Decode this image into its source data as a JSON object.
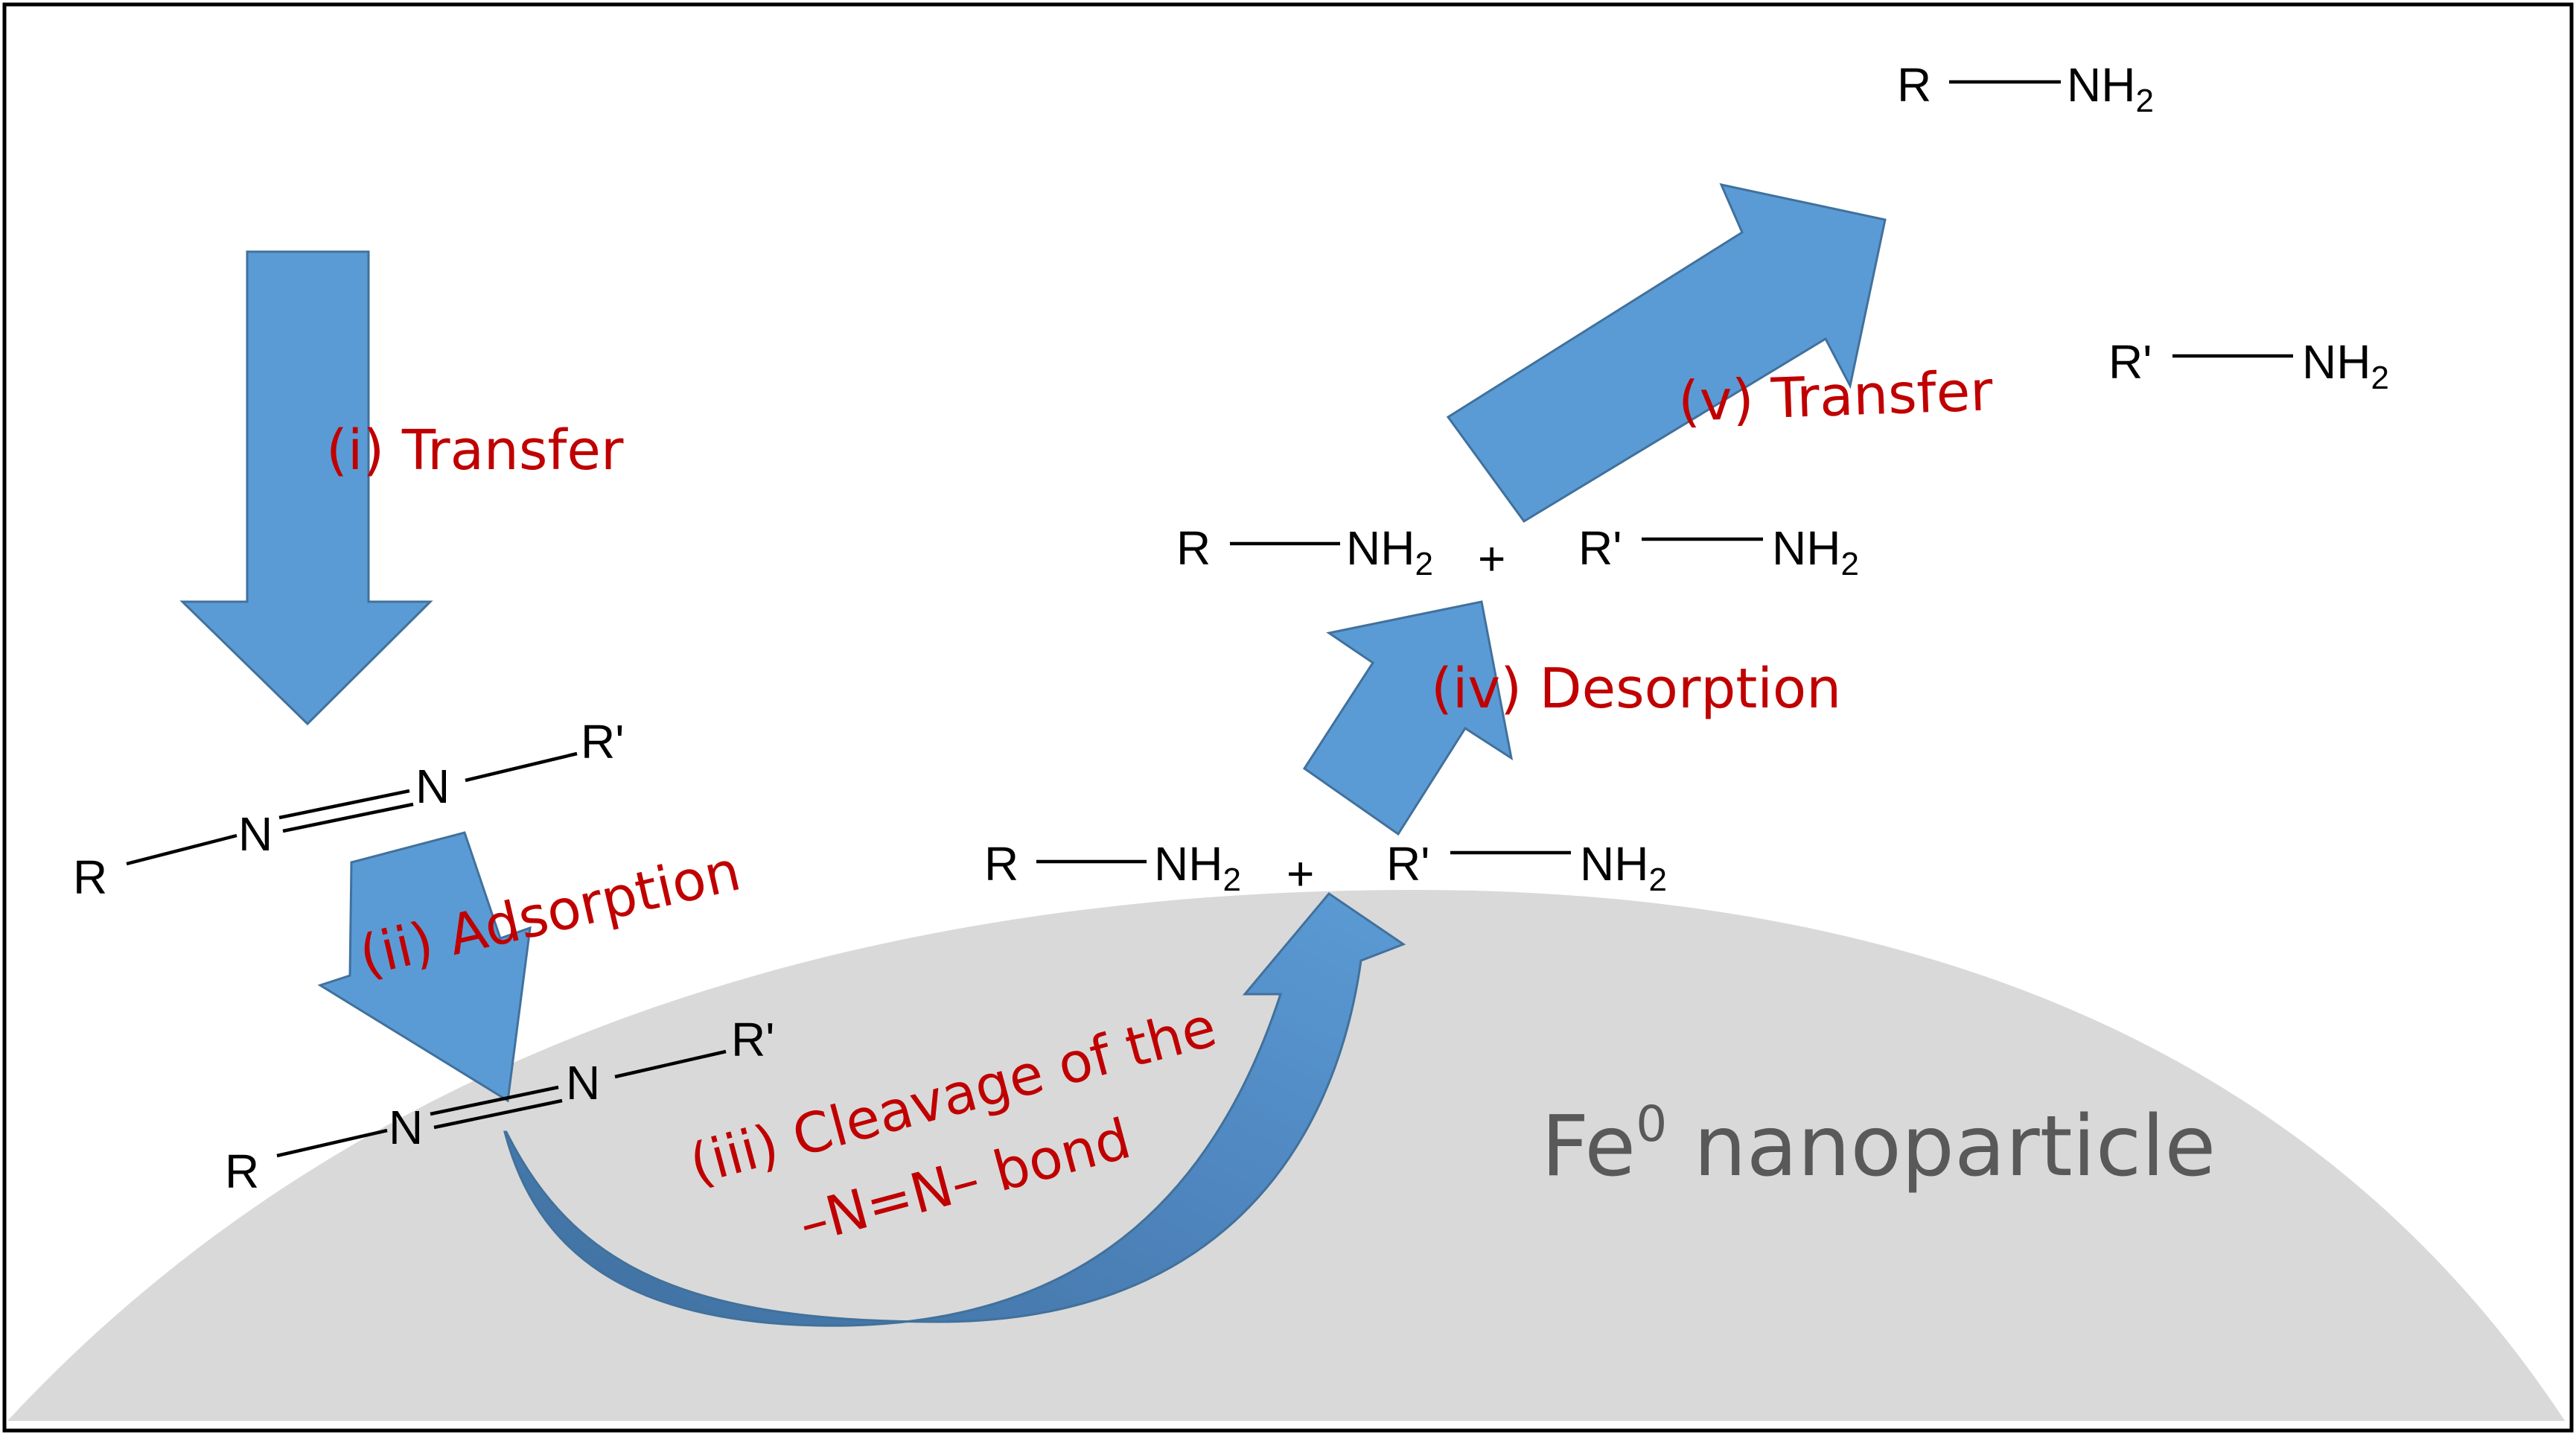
{
  "steps": {
    "transfer_1": "(i) Transfer",
    "adsorption": "(ii) Adsorption",
    "cleavage_line1": "(iii) Cleavage of the",
    "cleavage_line2": "–N=N– bond",
    "desorption": "(iv) Desorption",
    "transfer_2": "(v) Transfer"
  },
  "particle": {
    "label": "Fe",
    "superscript": "0",
    "label_rest": " nanoparticle"
  },
  "chem": {
    "R": "R",
    "R_prime": "R'",
    "N": "N",
    "NH": "NH",
    "sub2": "2",
    "plus": "+"
  },
  "colors": {
    "arrow_fill": "#5b9bd5",
    "arrow_stroke": "#41719c",
    "step_text": "#c00000",
    "particle_fill": "#d9d9d9",
    "particle_text": "#595959",
    "frame": "#000000"
  }
}
